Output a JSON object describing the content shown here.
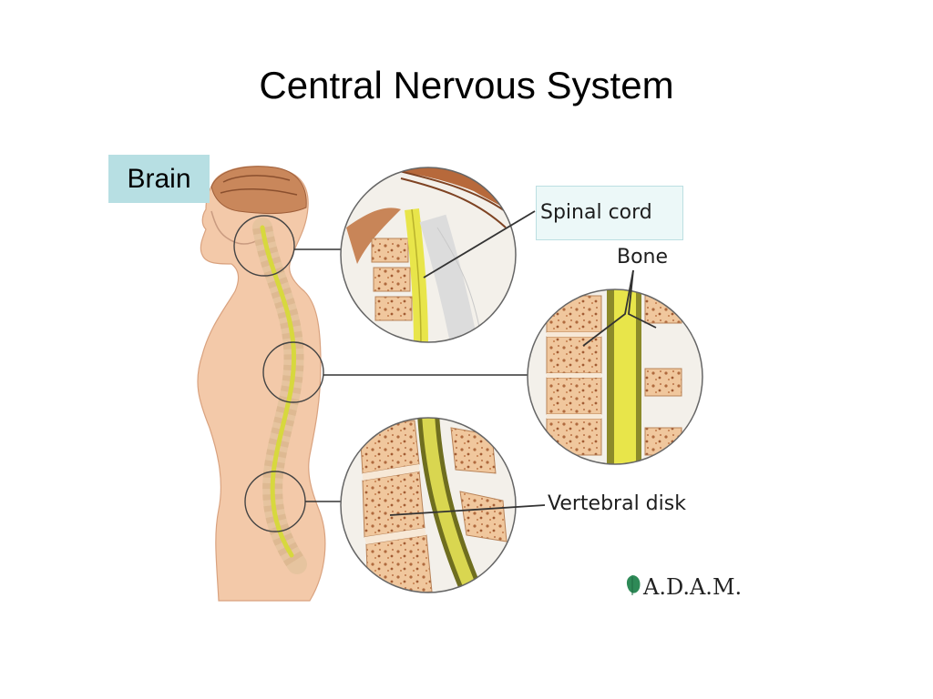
{
  "slide": {
    "title": "Central Nervous System",
    "labels": {
      "brain": "Brain",
      "spinal_cord": "Spinal cord",
      "bone": "Bone",
      "vertebral_disk": "Vertebral disk"
    },
    "logo": "A.D.A.M."
  },
  "colors": {
    "brain_label_bg": "#b7dfe3",
    "spinal_label_bg": "#ecf8f8",
    "skin": "#f2c6a6",
    "spinal_cord": "#e6e24a",
    "bone": "#e7b98c",
    "logo_leaf": "#2e8a57"
  }
}
